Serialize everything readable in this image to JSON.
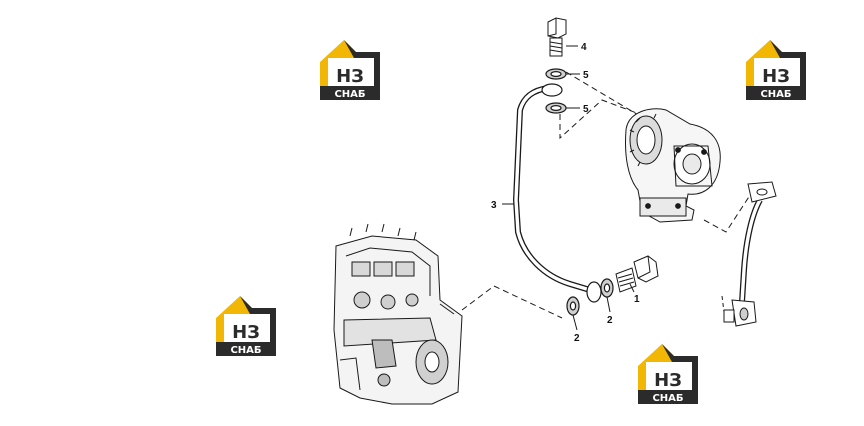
{
  "callouts": {
    "c1": "1",
    "c2a": "2",
    "c2b": "2",
    "c3": "3",
    "c4": "4",
    "c5a": "5",
    "c5b": "5"
  },
  "logo": {
    "top": "НЗ",
    "bottom": "СНАБ",
    "yellow": "#f2b705",
    "dark": "#2b2b2b"
  }
}
